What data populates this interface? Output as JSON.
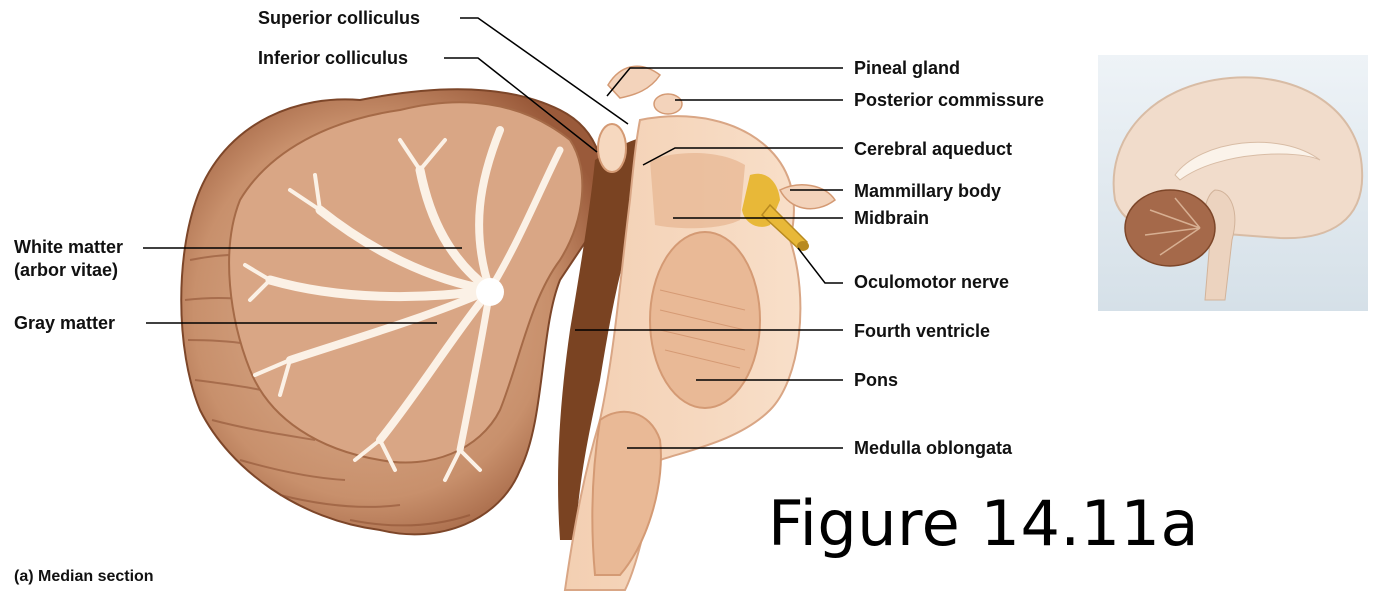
{
  "labels": {
    "superior_colliculus": "Superior colliculus",
    "inferior_colliculus": "Inferior colliculus",
    "pineal_gland": "Pineal gland",
    "posterior_commissure": "Posterior commissure",
    "cerebral_aqueduct": "Cerebral aqueduct",
    "mammillary_body": "Mammillary body",
    "midbrain": "Midbrain",
    "white_matter_line1": "White matter",
    "white_matter_line2": "(arbor vitae)",
    "oculomotor_nerve": "Oculomotor nerve",
    "gray_matter": "Gray matter",
    "fourth_ventricle": "Fourth ventricle",
    "pons": "Pons",
    "medulla_oblongata": "Medulla oblongata"
  },
  "caption": "(a) Median section",
  "figure_title": "Figure 14.11a",
  "colors": {
    "cerebellum_dark": "#9a5a3a",
    "cerebellum_mid": "#c8906c",
    "cerebellum_light": "#dfb394",
    "white_matter": "#fbf1e6",
    "brainstem": "#f6d8bf",
    "brainstem_inner": "#e9b996",
    "ventricle": "#7a4322",
    "nerve": "#e8b838",
    "inset_bg": "#dfe8ef"
  }
}
